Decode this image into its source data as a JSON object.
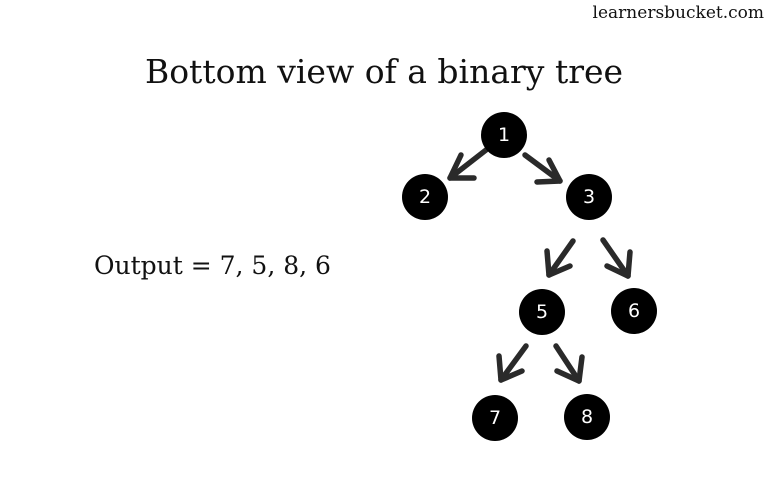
{
  "watermark": "learnersbucket.com",
  "title": "Bottom view of a binary tree",
  "output": "Output = 7, 5, 8, 6",
  "tree": {
    "node_color": "#000000",
    "arrow_color": "#2a2a2a",
    "nodes": [
      {
        "id": "n1",
        "label": "1"
      },
      {
        "id": "n2",
        "label": "2"
      },
      {
        "id": "n3",
        "label": "3"
      },
      {
        "id": "n5",
        "label": "5"
      },
      {
        "id": "n6",
        "label": "6"
      },
      {
        "id": "n7",
        "label": "7"
      },
      {
        "id": "n8",
        "label": "8"
      }
    ],
    "edges": [
      {
        "from": "1",
        "to": "2"
      },
      {
        "from": "1",
        "to": "3"
      },
      {
        "from": "3",
        "to": "5"
      },
      {
        "from": "3",
        "to": "6"
      },
      {
        "from": "5",
        "to": "7"
      },
      {
        "from": "5",
        "to": "8"
      }
    ]
  }
}
